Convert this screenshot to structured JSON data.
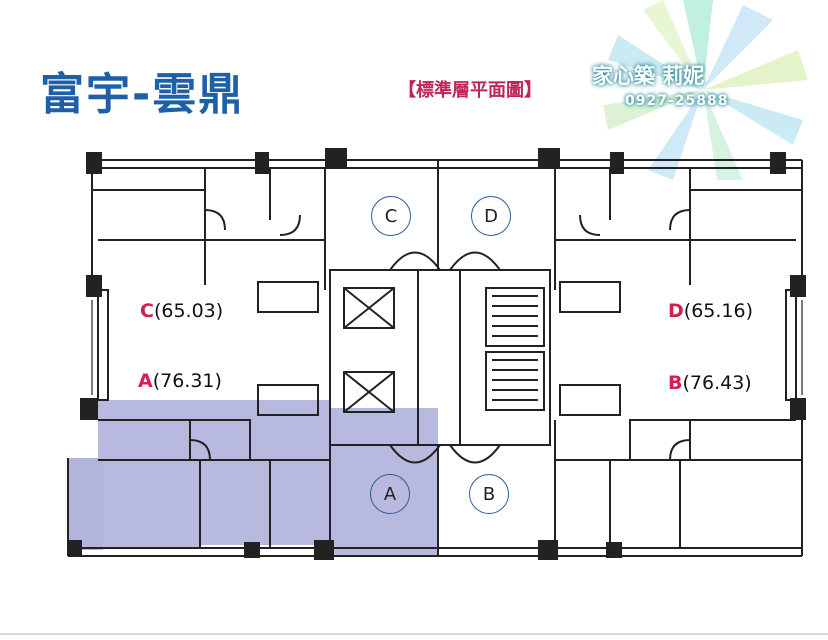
{
  "title": "富宇-雲鼎",
  "subtitle": "【標準層平面圖】",
  "brand": {
    "name": "家心築 莉妮",
    "phone": "0927-25888"
  },
  "units": [
    {
      "letter": "C",
      "area": "(65.03)"
    },
    {
      "letter": "A",
      "area": "(76.31)"
    },
    {
      "letter": "D",
      "area": "(65.16)"
    },
    {
      "letter": "B",
      "area": "(76.43)"
    }
  ],
  "markers": [
    "C",
    "D",
    "A",
    "B"
  ],
  "colors": {
    "title": "#1f5fa8",
    "unit_letter": "#d0214f",
    "highlight": "#b3b5dc",
    "wall": "#222222"
  }
}
